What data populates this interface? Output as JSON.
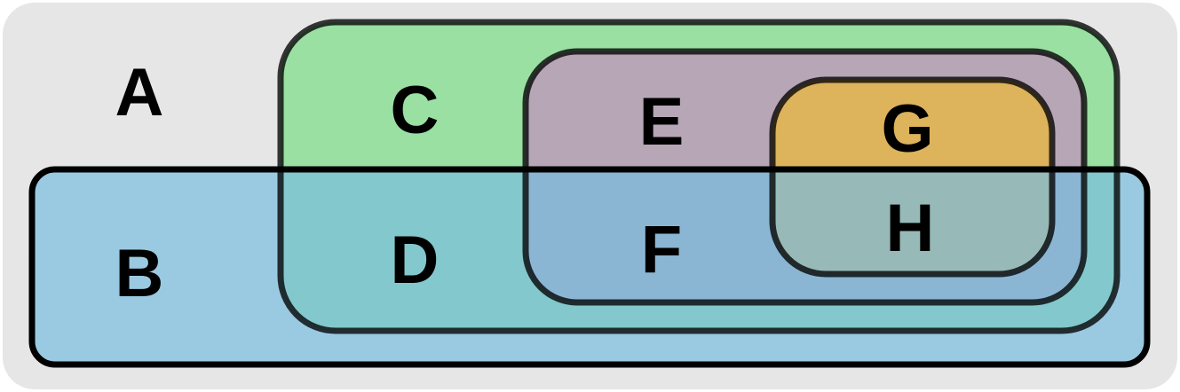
{
  "labels": {
    "a": "A",
    "b": "B",
    "c": "C",
    "d": "D",
    "e": "E",
    "f": "F",
    "g": "G",
    "h": "H"
  },
  "colors": {
    "background": "#e6e6e6",
    "set_green": "#99e0a2",
    "set_purple": "#b6a6b6",
    "set_orange": "#ddb35b",
    "set_blue": "#79bedf",
    "outline": "#000000"
  }
}
